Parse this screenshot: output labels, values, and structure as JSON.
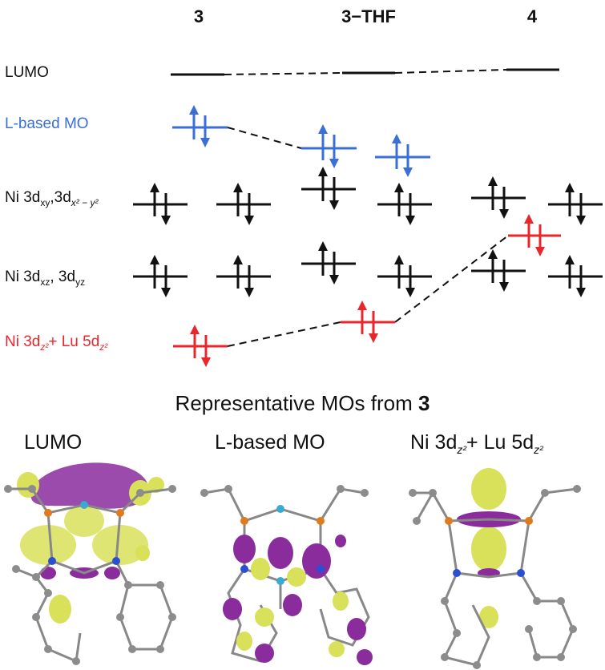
{
  "columns": [
    "3",
    "3−THF",
    "4"
  ],
  "rows": {
    "lumo": "LUMO",
    "lbased": "L-based MO",
    "dxy_prefix": "Ni 3d",
    "dxy_sub1": "xy",
    "dxy_mid": ",3d",
    "dxy_sub2": "x² − y²",
    "dxz_prefix": "Ni 3d",
    "dxz_sub1": "xz",
    "dxz_mid": ", 3d",
    "dxz_sub2": "yz",
    "dz2_prefix": "Ni 3d",
    "dz2_sub1": "z²",
    "dz2_mid": "+ Lu 5d",
    "dz2_sub2": "z²"
  },
  "section_title_prefix": "Representative MOs from ",
  "section_title_bold": "3",
  "mo_titles": {
    "lumo": "LUMO",
    "lbased": "L-based MO",
    "dz2_prefix": "Ni 3d",
    "dz2_sub1": "z²",
    "dz2_mid": "+ Lu 5d",
    "dz2_sub2": "z²"
  },
  "colors": {
    "blue": "#3a6fd8",
    "red": "#e8262b",
    "black": "#111111",
    "isosurface_purple": "#8a2c9c",
    "isosurface_yellow": "#d9e05a",
    "atom_grey": "#8c8c8c",
    "atom_orange": "#e07a1c",
    "atom_blue": "#2b4fd0",
    "atom_cyan": "#3aaad0"
  },
  "icons": [
    "spin-up-arrow-icon",
    "spin-down-arrow-icon"
  ]
}
